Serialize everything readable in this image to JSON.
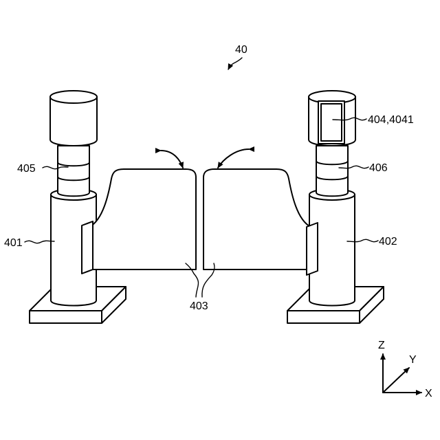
{
  "labels": {
    "device": "40",
    "left_pole": "401",
    "right_pole": "402",
    "gates": "403",
    "camera": "404,4041",
    "left_indicator": "405",
    "right_indicator": "406"
  },
  "axes": {
    "x": "X",
    "y": "Y",
    "z": "Z"
  }
}
